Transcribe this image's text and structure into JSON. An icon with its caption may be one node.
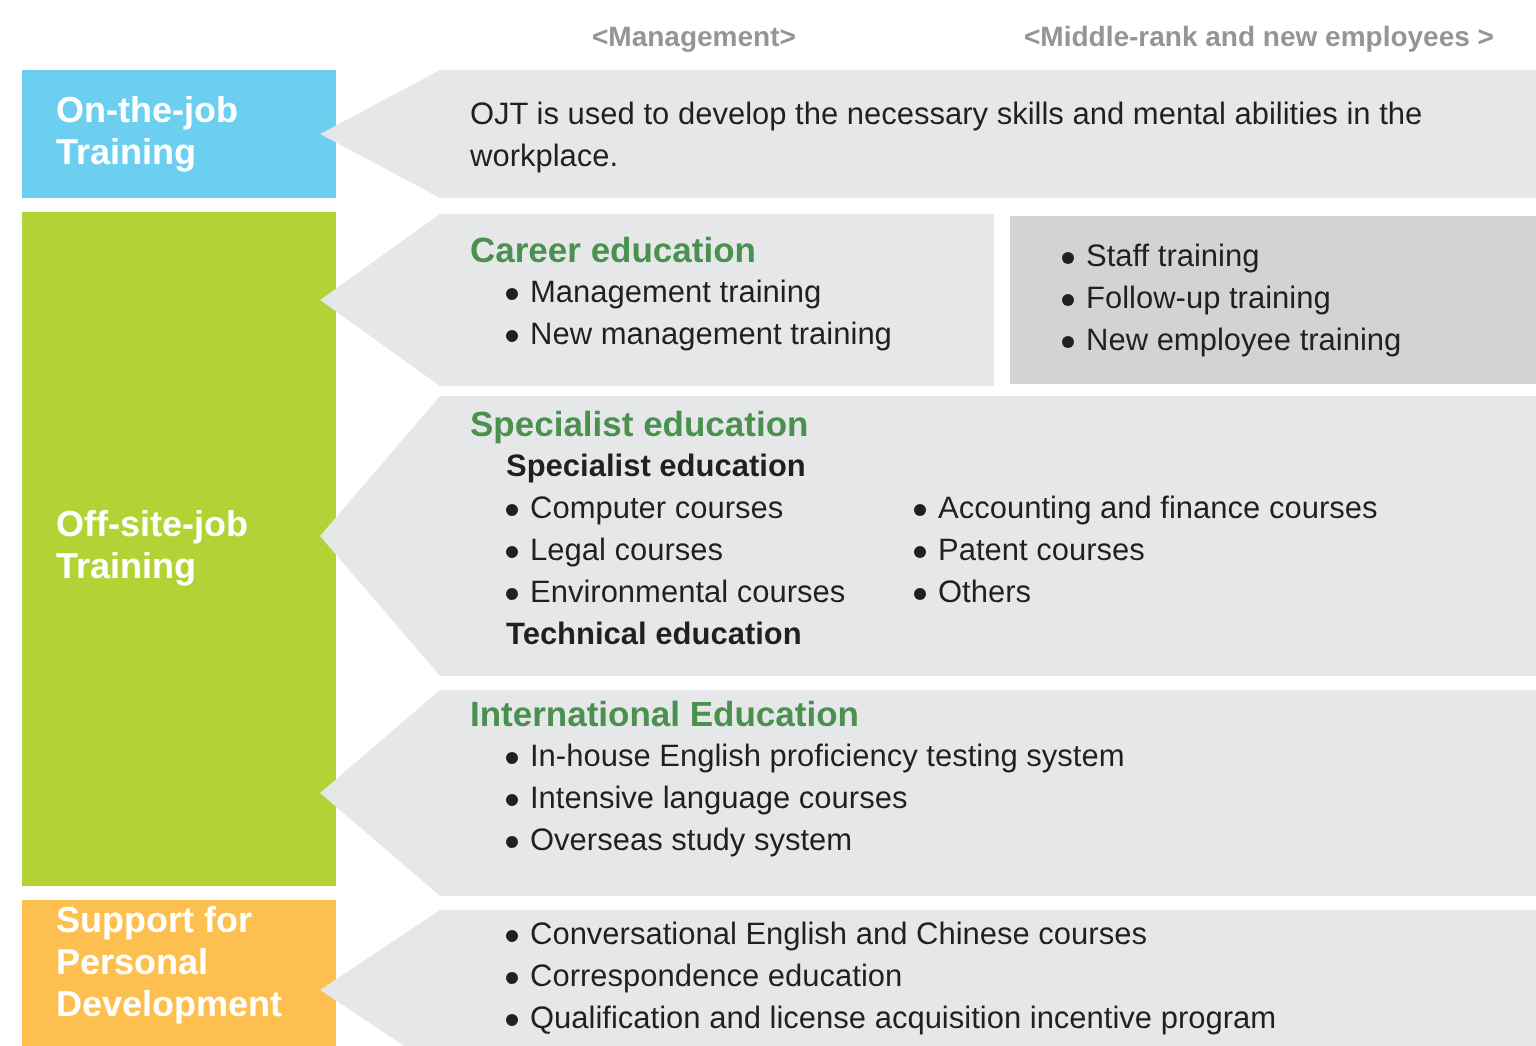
{
  "diagram": {
    "nodes": [
      {
        "text": [
          "On-the-job Training"
        ]
      },
      {
        "text": [
          "OJT is used to develop the necessary skills and mental abilities in the workplace."
        ]
      },
      {
        "text": [
          "Off-site-job Training"
        ]
      },
      {
        "text": [
          "Career education",
          "Management training",
          "New management training"
        ]
      },
      {
        "text": [
          "Staff training",
          "Follow-up training",
          "New employee training"
        ]
      },
      {
        "text": [
          "Specialist education",
          "Specialist education",
          "Computer courses",
          "Legal courses",
          "Environmental courses",
          "Accounting and finance courses",
          "Patent courses",
          "Others",
          "Technical education"
        ]
      },
      {
        "text": [
          "International Education",
          "In-house English proficiency testing system",
          "Intensive language courses",
          "Overseas study system"
        ]
      },
      {
        "text": [
          "Support for Personal Development"
        ]
      },
      {
        "text": [
          "Conversational English and Chinese courses",
          "Correspondence education",
          "Qualification and license acquisition incentive program"
        ]
      }
    ],
    "labels": [
      "<Management>",
      "<Middle-rank and new employees >"
    ]
  }
}
